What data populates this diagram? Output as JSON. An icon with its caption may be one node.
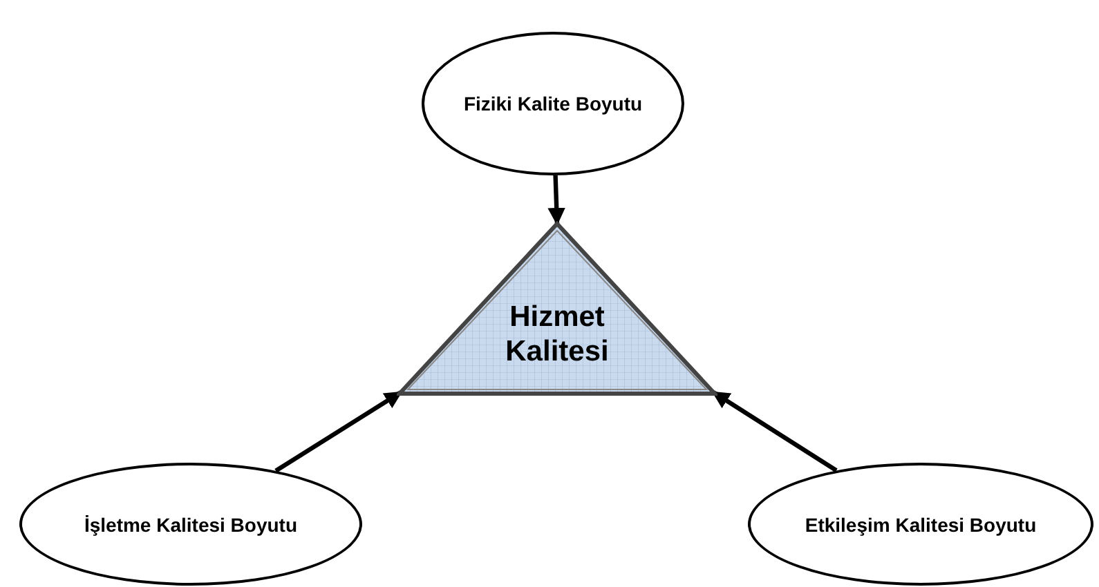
{
  "diagram": {
    "nodes": [
      {
        "text": [
          "Fiziki Kalite Boyutu"
        ]
      },
      {
        "text": [
          "Hizmet Kalitesi"
        ]
      },
      {
        "text": [
          "İşletme Kalitesi Boyutu"
        ]
      },
      {
        "text": [
          "Etkileşim Kalitesi Boyutu"
        ]
      }
    ],
    "edges": [
      {
        "from": 0,
        "to": 1,
        "arrow": "to"
      },
      {
        "from": 2,
        "to": 1,
        "arrow": "to"
      },
      {
        "from": 3,
        "to": 1,
        "arrow": "to"
      }
    ]
  }
}
